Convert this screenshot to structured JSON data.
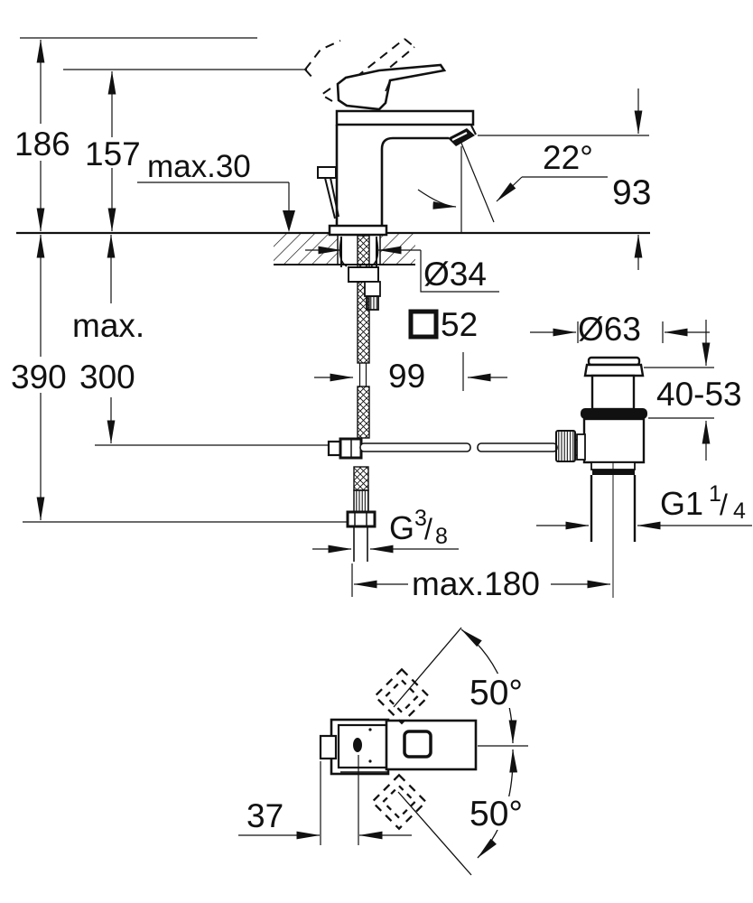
{
  "drawing": {
    "title_hint": "basin mixer installation dimensions",
    "colors": {
      "ink": "#111111",
      "background": "#ffffff"
    },
    "front": {
      "dim_total_height": "186",
      "dim_spout_height": "157",
      "dim_max_deck": "max.30",
      "dim_angle": "22°",
      "dim_spout_to_deck": "93",
      "dim_shank_dia": "Ø34",
      "dim_body_square": "52",
      "dim_reach": "99",
      "dim_below_max_line1": "max.",
      "dim_below_max_line2": "300",
      "dim_below_total": "390",
      "hose_thread": {
        "g": "G",
        "num": "3",
        "slash": "/",
        "den": "8"
      }
    },
    "drain": {
      "dim_flange_dia": "Ø63",
      "dim_clamp_range": "40-53",
      "dim_rod_max": "max.180",
      "thread": {
        "g": "G1",
        "num": "1",
        "slash": "/",
        "den": "4"
      }
    },
    "plan": {
      "dim_swing_up": "50°",
      "dim_swing_down": "50°",
      "dim_offset": "37"
    }
  }
}
